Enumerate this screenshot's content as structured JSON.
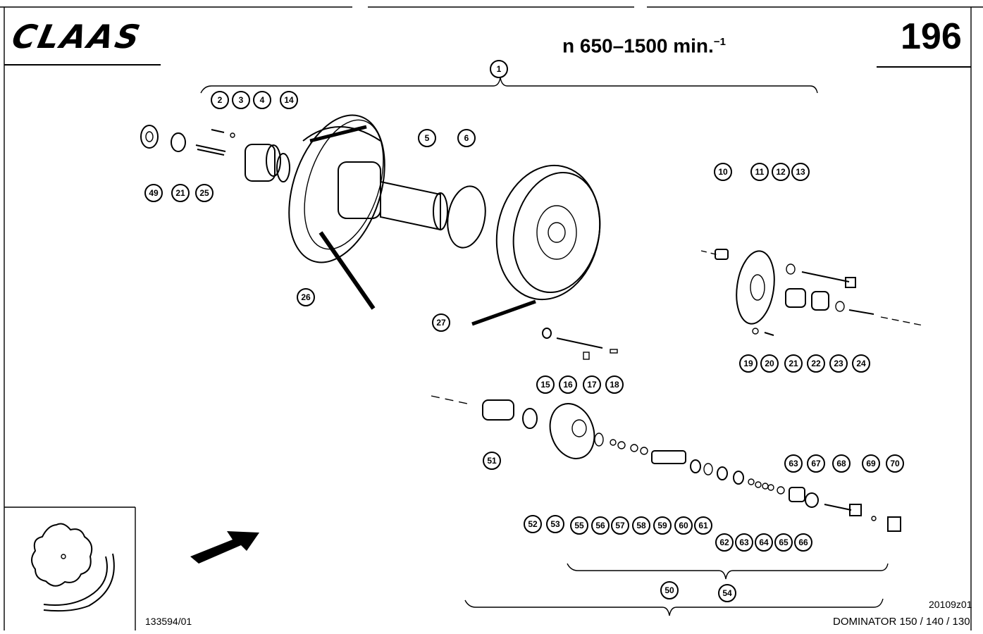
{
  "header": {
    "logo_text": "CLAAS",
    "speed_label": "n 650–1500 min.",
    "speed_exponent": "−1",
    "page_number": "196"
  },
  "footer": {
    "doc_ref": "133594/01",
    "drawing_ref": "20109z01",
    "model": "DOMINATOR 150 / 140 / 130"
  },
  "callouts": [
    "1",
    "2",
    "3",
    "4",
    "14",
    "5",
    "6",
    "49",
    "21",
    "25",
    "26",
    "27",
    "10",
    "11",
    "12",
    "13",
    "19",
    "20",
    "21",
    "22",
    "23",
    "24",
    "15",
    "16",
    "17",
    "18",
    "51",
    "52",
    "53",
    "55",
    "56",
    "57",
    "58",
    "59",
    "60",
    "61",
    "62",
    "63",
    "64",
    "65",
    "66",
    "63",
    "67",
    "68",
    "69",
    "70",
    "50",
    "54"
  ]
}
